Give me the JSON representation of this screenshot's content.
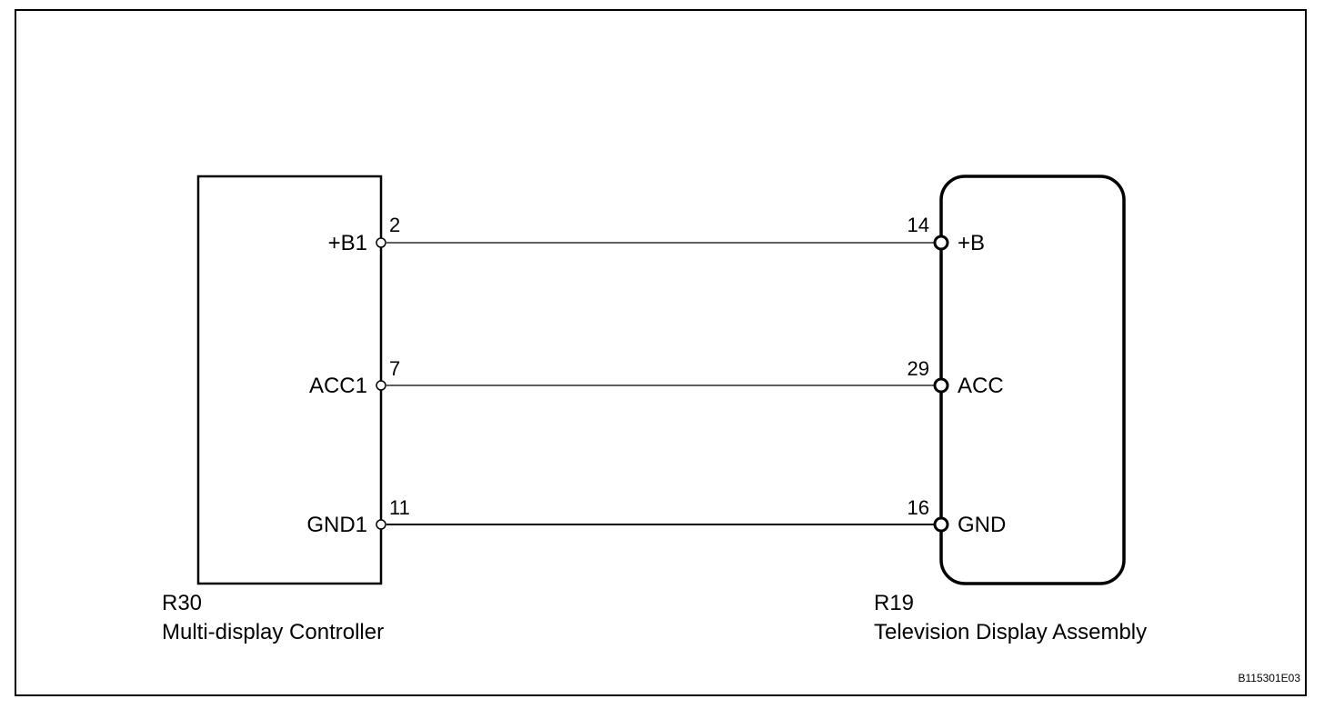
{
  "components": {
    "left": {
      "code": "R30",
      "name": "Multi-display Controller",
      "pins": [
        {
          "number": "2",
          "signal": "+B1"
        },
        {
          "number": "7",
          "signal": "ACC1"
        },
        {
          "number": "11",
          "signal": "GND1"
        }
      ]
    },
    "right": {
      "code": "R19",
      "name": "Television Display Assembly",
      "pins": [
        {
          "number": "14",
          "signal": "+B"
        },
        {
          "number": "29",
          "signal": "ACC"
        },
        {
          "number": "16",
          "signal": "GND"
        }
      ]
    }
  },
  "figure_code": "B115301E03"
}
